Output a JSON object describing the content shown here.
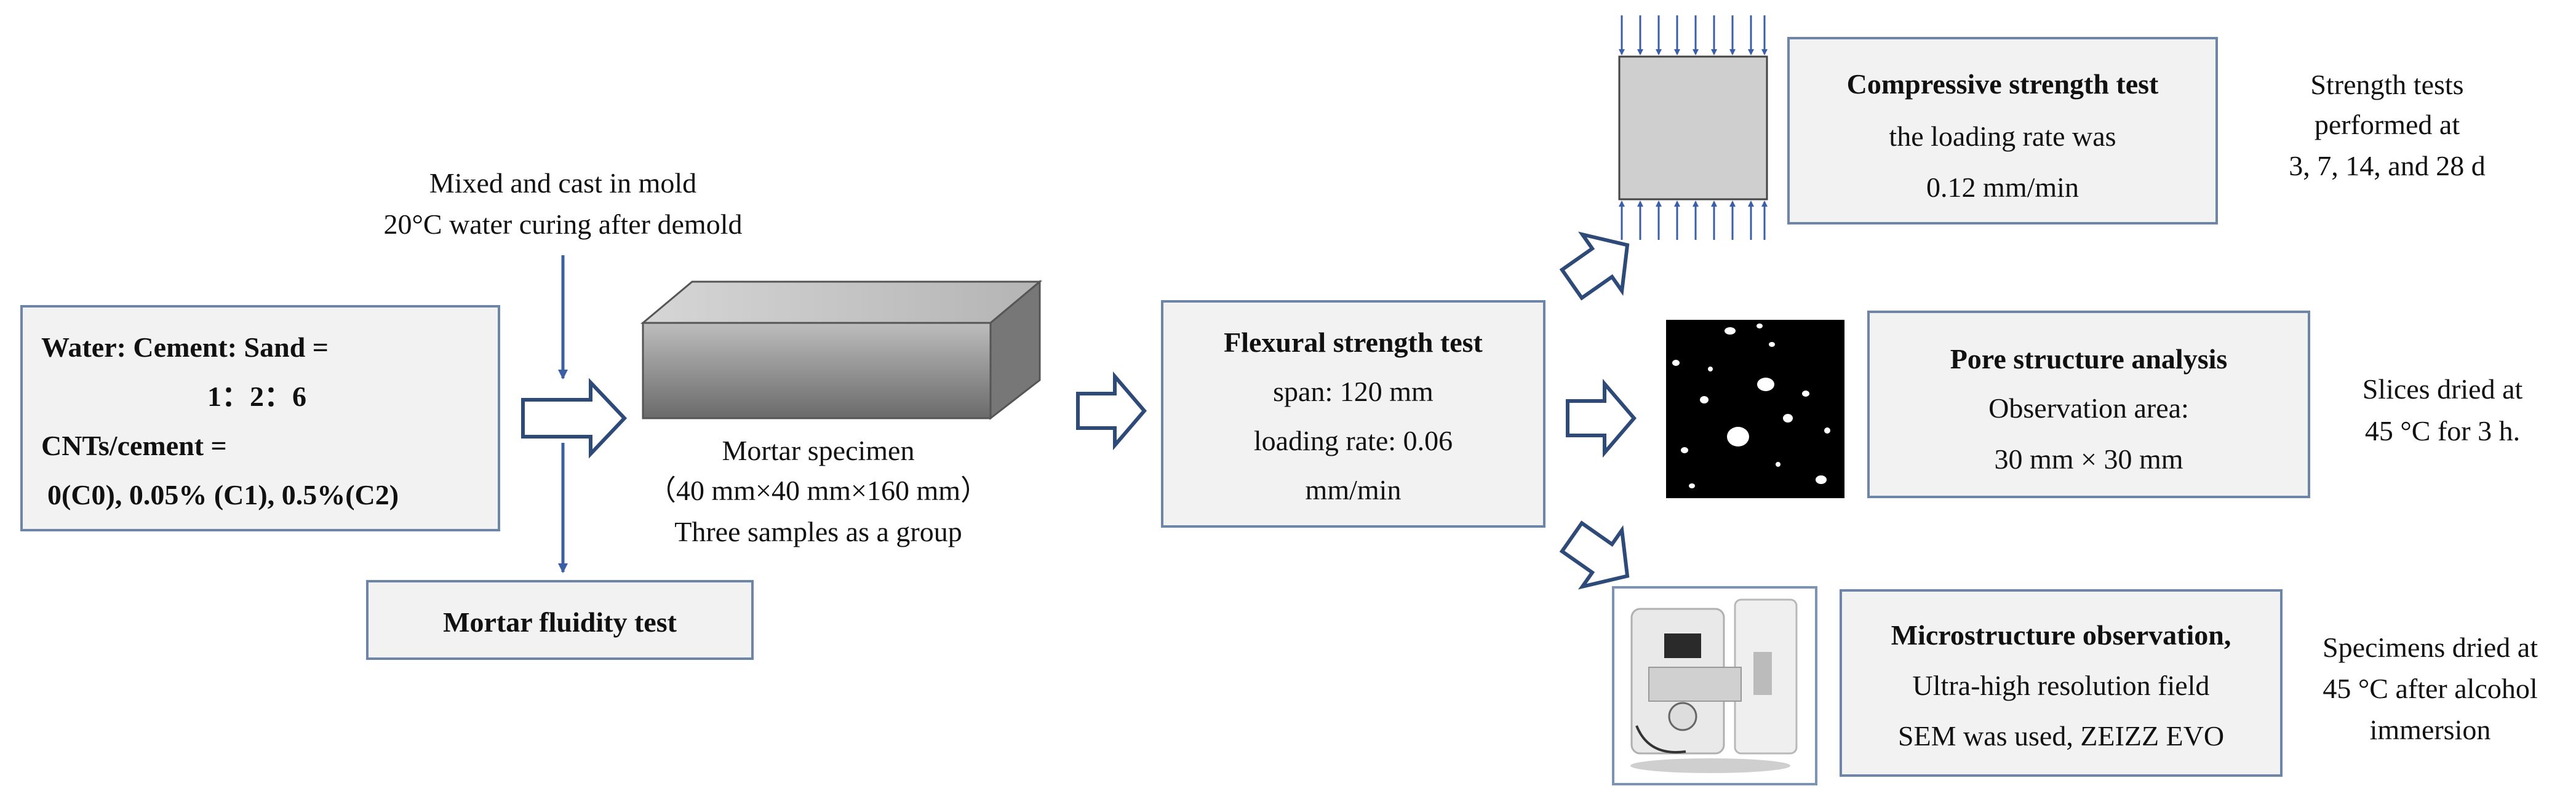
{
  "mix": {
    "line1": "Water: Cement: Sand =",
    "line2": "1：2：6",
    "line3": "CNTs/cement =",
    "line4": "0(C0), 0.05% (C1), 0.5%(C2)"
  },
  "casting": {
    "line1": "Mixed and cast in mold",
    "line2": "20°C water curing after demold"
  },
  "fluidity": {
    "label": "Mortar fluidity test"
  },
  "specimen": {
    "line1": "Mortar specimen",
    "line2": "（40 mm×40 mm×160 mm）",
    "line3": "Three samples as a group"
  },
  "flexural": {
    "title": "Flexural strength test",
    "line1": "span: 120 mm",
    "line2": "loading rate: 0.06",
    "line3": "mm/min"
  },
  "compressive": {
    "title": "Compressive strength test",
    "line1": "the loading rate was",
    "line2": "0.12 mm/min",
    "note1": "Strength tests",
    "note2": "performed at",
    "note3": "3, 7, 14, and 28 d"
  },
  "pore": {
    "title": "Pore structure analysis",
    "line1": "Observation area:",
    "line2": "30 mm × 30 mm",
    "note1": "Slices dried at",
    "note2": "45 °C for 3 h."
  },
  "micro": {
    "title": "Microstructure observation,",
    "line1": "Ultra-high resolution field",
    "line2": "SEM was used, ZEIZZ EVO",
    "note1": "Specimens dried at",
    "note2": "45 °C after alcohol",
    "note3": "immersion"
  },
  "colors": {
    "border": "#6d86a8",
    "fill": "#f2f2f2",
    "arrow": "#2e4a78"
  }
}
